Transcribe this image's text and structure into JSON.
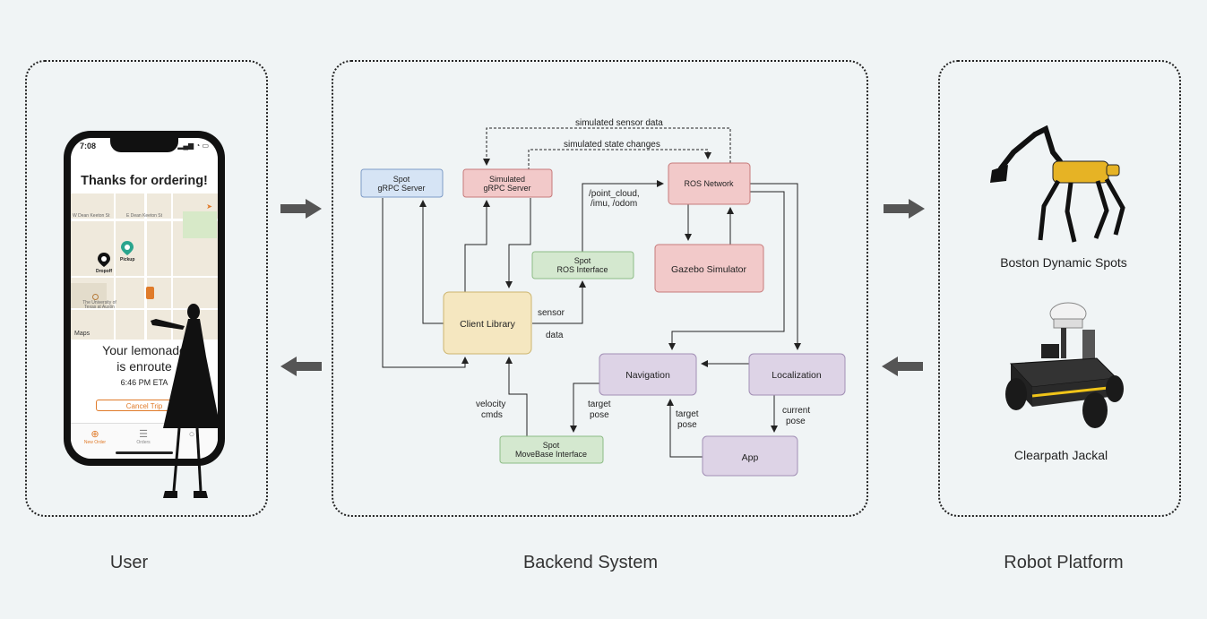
{
  "sections": {
    "user": "User",
    "backend": "Backend System",
    "robot": "Robot Platform"
  },
  "phone": {
    "time": "7:08",
    "title": "Thanks for ordering!",
    "map_labels": {
      "dropoff": "Dropoff",
      "pickup": "Pickup",
      "street1": "W Dean Keeton St",
      "street2": "E Dean Keeton St",
      "university": "The University of Texas at Austin",
      "maps": "Maps"
    },
    "message_line1": "Your lemonade",
    "message_line2": "is enroute",
    "eta": "6:46 PM ETA",
    "cancel_label": "Cancel Trip",
    "tabs": [
      "New Order",
      "Orders",
      ""
    ]
  },
  "diagram": {
    "nodes": {
      "spot_grpc_server": [
        "Spot",
        "gRPC Server"
      ],
      "simulated_grpc_server": [
        "Simulated",
        "gRPC Server"
      ],
      "ros_network": "ROS Network",
      "spot_ros_interface": [
        "Spot",
        "ROS Interface"
      ],
      "gazebo_simulator": "Gazebo Simulator",
      "client_library": "Client Library",
      "navigation": "Navigation",
      "localization": "Localization",
      "spot_movebase_interface": [
        "Spot",
        "MoveBase Interface"
      ],
      "app": "App"
    },
    "edge_labels": {
      "simulated_sensor_data": "simulated sensor data",
      "simulated_state_changes": "simulated state changes",
      "topics": [
        "/point_cloud,",
        "/imu, /odom"
      ],
      "sensor": "sensor",
      "data": "data",
      "velocity_cmds": [
        "velocity",
        "cmds"
      ],
      "target_pose_nav": [
        "target",
        "pose"
      ],
      "target_pose_app": [
        "target",
        "pose"
      ],
      "current_pose": [
        "current",
        "pose"
      ]
    },
    "colors": {
      "blue": "#d6e4f5",
      "red": "#f2c9c9",
      "green": "#d4e8cf",
      "yellow": "#f5e7c0",
      "purple": "#ddd3e6"
    }
  },
  "robots": {
    "spot_label": "Boston Dynamic Spots",
    "jackal_label": "Clearpath Jackal"
  }
}
